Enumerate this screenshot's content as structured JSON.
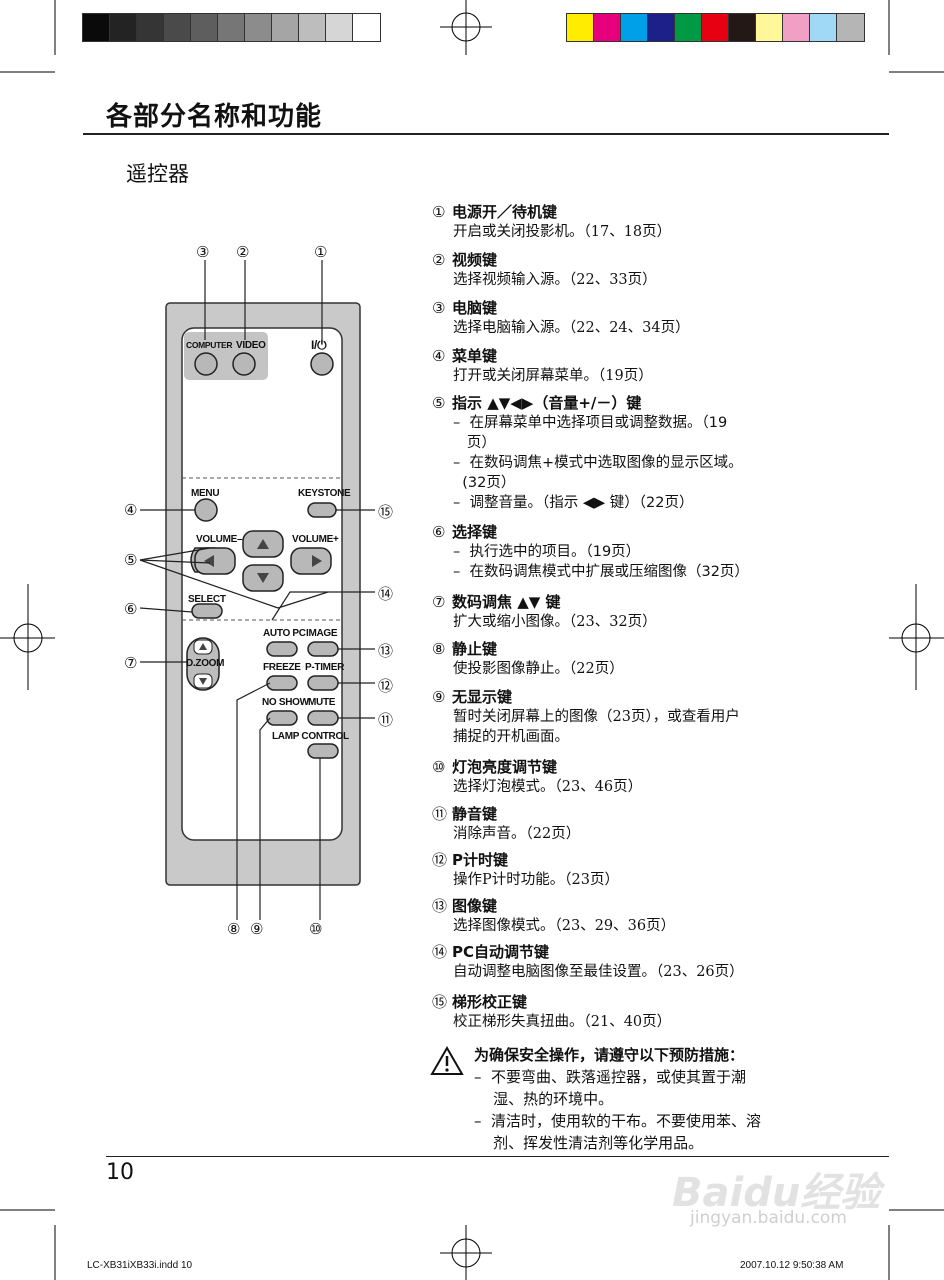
{
  "color_bars": {
    "gray": [
      "#0a0a0a",
      "#232323",
      "#353535",
      "#4a4a4a",
      "#5e5e5e",
      "#767676",
      "#8c8c8c",
      "#a5a5a5",
      "#bdbdbd",
      "#d6d6d6",
      "#ffffff"
    ],
    "color": [
      "#ffed00",
      "#e6007e",
      "#00a0e9",
      "#1d2088",
      "#009944",
      "#e60012",
      "#231815",
      "#fff799",
      "#f29fc5",
      "#9fd9f6",
      "#b5b5b5"
    ]
  },
  "page_title": "各部分名称和功能",
  "section_title": "遥控器",
  "remote": {
    "computer": "COMPUTER",
    "video": "VIDEO",
    "power": "I/⏻",
    "menu": "MENU",
    "keystone": "KEYSTONE",
    "volume_minus": "VOLUME–",
    "volume_plus": "VOLUME+",
    "select": "SELECT",
    "auto_pc": "AUTO PC",
    "image": "IMAGE",
    "dzoom": "D.ZOOM",
    "freeze": "FREEZE",
    "ptimer": "P-TIMER",
    "no_show": "NO SHOW",
    "mute": "MUTE",
    "lamp_control": "LAMP CONTROL"
  },
  "callouts": {
    "c1": "①",
    "c2": "②",
    "c3": "③",
    "c4": "④",
    "c5": "⑤",
    "c6": "⑥",
    "c7": "⑦",
    "c8": "⑧",
    "c9": "⑨",
    "c10": "⑩",
    "c11": "⑪",
    "c12": "⑫",
    "c13": "⑬",
    "c14": "⑭",
    "c15": "⑮"
  },
  "items": [
    {
      "num": "①",
      "title": "电源开／待机键",
      "desc": "开启或关闭投影机。（17、18页）"
    },
    {
      "num": "②",
      "title": "视频键",
      "desc": "选择视频输入源。（22、33页）"
    },
    {
      "num": "③",
      "title": "电脑键",
      "desc": "选择电脑输入源。（22、24、34页）"
    },
    {
      "num": "④",
      "title": "菜单键",
      "desc": "打开或关闭屏幕菜单。（19页）"
    },
    {
      "num": "⑤",
      "title": "指示 ▲▼◀▶（音量+/－）键",
      "sub": [
        "–  在屏幕菜单中选择项目或调整数据。（19",
        "   页）",
        "–  在数码调焦+模式中选取图像的显示区域。",
        "  (32页）",
        "–  调整音量。（指示 ◀▶ 键）（22页）"
      ]
    },
    {
      "num": "⑥",
      "title": "选择键",
      "sub": [
        "–  执行选中的项目。（19页）",
        "–  在数码调焦模式中扩展或压缩图像（32页）"
      ]
    },
    {
      "num": "⑦",
      "title": "数码调焦 ▲▼ 键",
      "desc": "扩大或缩小图像。（23、32页）"
    },
    {
      "num": "⑧",
      "title": "静止键",
      "desc": "使投影图像静止。（22页）"
    },
    {
      "num": "⑨",
      "title": "无显示键",
      "desc": "暂时关闭屏幕上的图像（23页），或查看用户",
      "desc2": "捕捉的开机画面。"
    },
    {
      "num": "⑩",
      "title": "灯泡亮度调节键",
      "desc": "选择灯泡模式。（23、46页）"
    },
    {
      "num": "⑪",
      "title": "静音键",
      "desc": "消除声音。（22页）"
    },
    {
      "num": "⑫",
      "title": "P计时键",
      "desc": "操作P计时功能。（23页）"
    },
    {
      "num": "⑬",
      "title": "图像键",
      "desc": "选择图像模式。（23、29、36页）"
    },
    {
      "num": "⑭",
      "title": "PC自动调节键",
      "desc": "自动调整电脑图像至最佳设置。（23、26页）"
    },
    {
      "num": "⑮",
      "title": "梯形校正键",
      "desc": "校正梯形失真扭曲。（21、40页）"
    }
  ],
  "warning": {
    "title": "为确保安全操作，请遵守以下预防措施：",
    "lines": [
      "–  不要弯曲、跌落遥控器，或使其置于潮",
      "    湿、热的环境中。",
      "–  清洁时，使用软的干布。不要使用苯、溶",
      "    剂、挥发性清洁剂等化学用品。"
    ]
  },
  "page_number": "10",
  "footer_left": "LC-XB31iXB33i.indd   10",
  "footer_right": "2007.10.12   9:50:38 AM",
  "watermark": "Baidu经验",
  "watermark_url": "jingyan.baidu.com"
}
